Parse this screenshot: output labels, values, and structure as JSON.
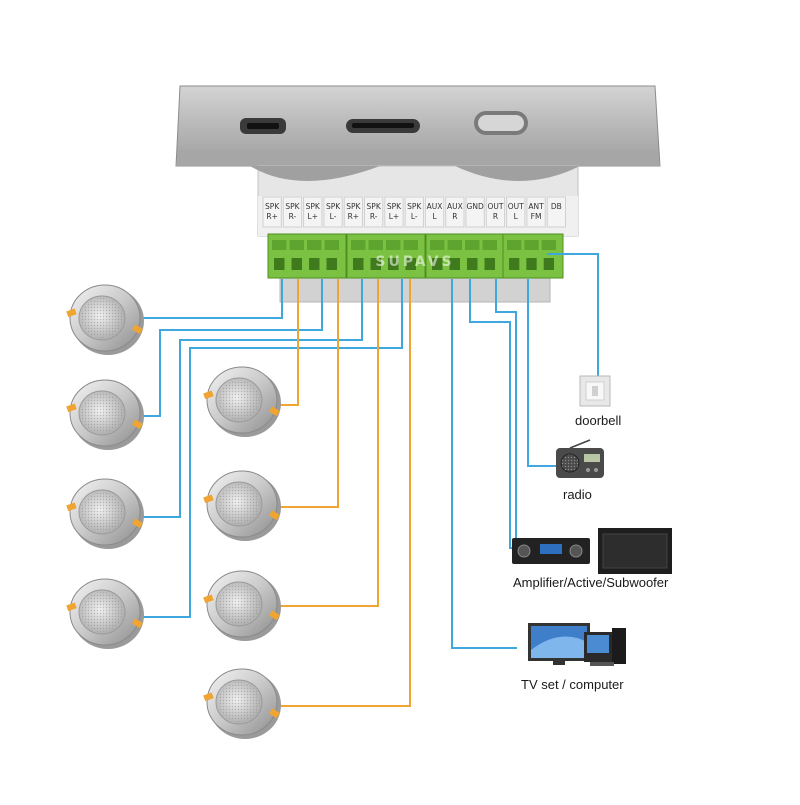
{
  "terminals": [
    {
      "line1": "SPK",
      "line2": "R+"
    },
    {
      "line1": "SPK",
      "line2": "R-"
    },
    {
      "line1": "SPK",
      "line2": "L+"
    },
    {
      "line1": "SPK",
      "line2": "L-"
    },
    {
      "line1": "SPK",
      "line2": "R+"
    },
    {
      "line1": "SPK",
      "line2": "R-"
    },
    {
      "line1": "SPK",
      "line2": "L+"
    },
    {
      "line1": "SPK",
      "line2": "L-"
    },
    {
      "line1": "AUX",
      "line2": "L"
    },
    {
      "line1": "AUX",
      "line2": "R"
    },
    {
      "line1": "GND",
      "line2": ""
    },
    {
      "line1": "OUT",
      "line2": "R"
    },
    {
      "line1": "OUT",
      "line2": "L"
    },
    {
      "line1": "ANT",
      "line2": "FM"
    },
    {
      "line1": "DB",
      "line2": ""
    }
  ],
  "devices": {
    "doorbell": "doorbell",
    "radio": "radio",
    "amplifier": "Amplifier/Active/Subwoofer",
    "tv": "TV set / computer"
  },
  "watermark": "SUPAVS",
  "colors": {
    "blue_wire": "#3ea7dd",
    "orange_wire": "#f0a431",
    "terminal_green": "#7cc242",
    "panel_gray": "#b9b9b9"
  }
}
